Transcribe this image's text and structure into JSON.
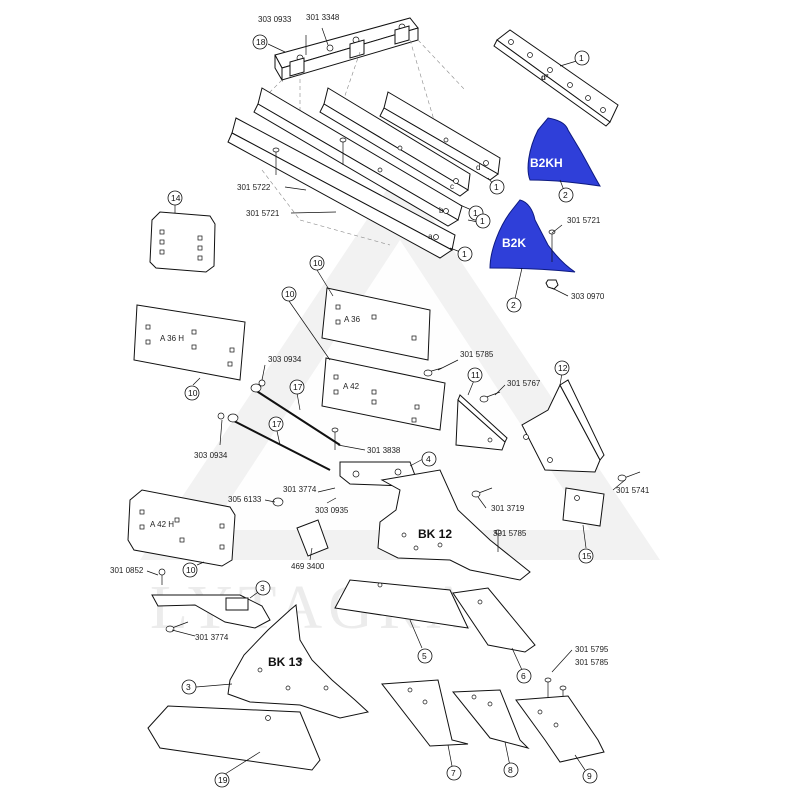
{
  "watermark": "LYTAGRA",
  "labels": {
    "l_3030933": "303 0933",
    "l_3013348": "301 3348",
    "l_3015722": "301 5722",
    "l_3015721a": "301 5721",
    "l_3015721b": "301 5721",
    "l_3030970": "303 0970",
    "l_3015785a": "301 5785",
    "l_3030934a": "303 0934",
    "l_3030934b": "303 0934",
    "l_3015767": "301 5767",
    "l_3013838": "301 3838",
    "l_3013774a": "301 3774",
    "l_3056133": "305 6133",
    "l_3030935": "303 0935",
    "l_3013719": "301 3719",
    "l_3015785b": "301 5785",
    "l_3015741": "301 5741",
    "l_4693400": "469 3400",
    "l_3010852": "301 0852",
    "l_3013774b": "301 3774",
    "l_3015795": "301 5795",
    "l_3015785c": "301 5785"
  },
  "plate_texts": {
    "a36h": "A 36 H",
    "a36": "A 36",
    "a42": "A 42",
    "a42h": "A 42 H",
    "bk12": "BK 12",
    "bk13": "BK 13",
    "b2kh": "B2KH",
    "b2k": "B2K",
    "d2": "d²",
    "a": "a",
    "b": "b",
    "c": "c",
    "d": "d"
  },
  "callouts": {
    "c18": "18",
    "c1a": "1",
    "c1b": "1",
    "c1c": "1",
    "c1d": "1",
    "c1e": "1",
    "c2a": "2",
    "c2b": "2",
    "c14": "14",
    "c10a": "10",
    "c10b": "10",
    "c10c": "10",
    "c10d": "10",
    "c17a": "17",
    "c17b": "17",
    "c11": "11",
    "c12": "12",
    "c4": "4",
    "c15": "15",
    "c3a": "3",
    "c3b": "3",
    "c5": "5",
    "c6": "6",
    "c7": "7",
    "c8": "8",
    "c9": "9",
    "c19": "19"
  },
  "colors": {
    "blue_part": "#2f3fd9",
    "watermark": "#e8e8e8"
  }
}
